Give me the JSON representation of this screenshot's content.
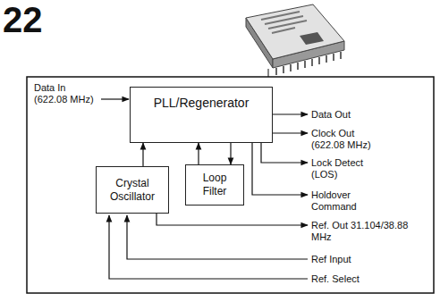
{
  "diagram": {
    "nodes": [
      {
        "text": [
          "PLL/Regenerator"
        ]
      },
      {
        "text": [
          "Crystal Oscillator"
        ]
      },
      {
        "text": [
          "Loop Filter"
        ]
      }
    ],
    "edges": [
      {
        "from": 1,
        "to": 0,
        "arrow": "to"
      },
      {
        "from": 2,
        "to": 0,
        "arrow": "to"
      },
      {
        "from": 0,
        "to": 2,
        "arrow": "to"
      }
    ],
    "labels": [
      "22",
      "Data In (622.08 MHz)",
      "Data Out",
      "Clock Out (622.08 MHz)",
      "Lock Detect (LOS)",
      "Holdover Command",
      "Ref. Out 31.104/38.88 MHz",
      "Ref Input",
      "Ref. Select"
    ]
  }
}
